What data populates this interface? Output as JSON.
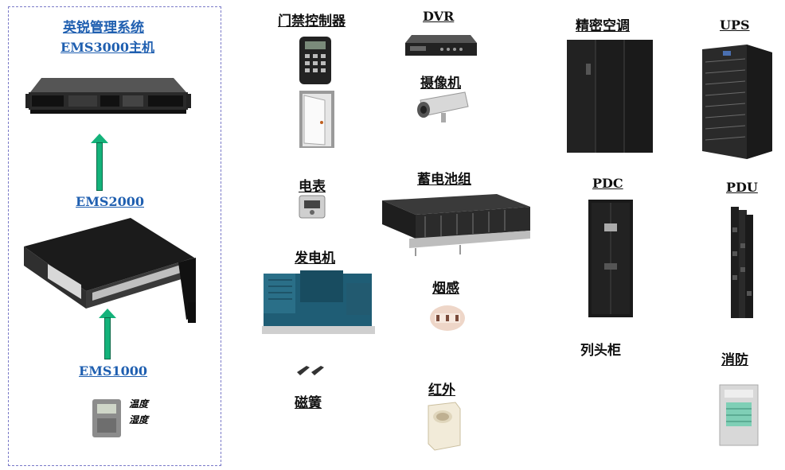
{
  "ems_box": {
    "title_line1": "英锐管理系统",
    "title_line2": "EMS3000主机",
    "ems2000": "EMS2000",
    "ems1000": "EMS1000",
    "temp_label": "温度",
    "humid_label": "湿度"
  },
  "devices": {
    "access_controller": "门禁控制器",
    "dvr": "DVR",
    "camera": "摄像机",
    "precision_ac": "精密空调",
    "ups": "UPS",
    "meter": "电表",
    "battery": "蓄电池组",
    "pdc": "PDC",
    "pdu": "PDU",
    "generator": "发电机",
    "smoke": "烟感",
    "column_cabinet": "列头柜",
    "fire": "消防",
    "reed": "磁簧",
    "infrared": "红外"
  },
  "colors": {
    "title_blue": "#1f5fb0",
    "arrow_green": "#14b27a",
    "dash_border": "#7a7ac8"
  }
}
